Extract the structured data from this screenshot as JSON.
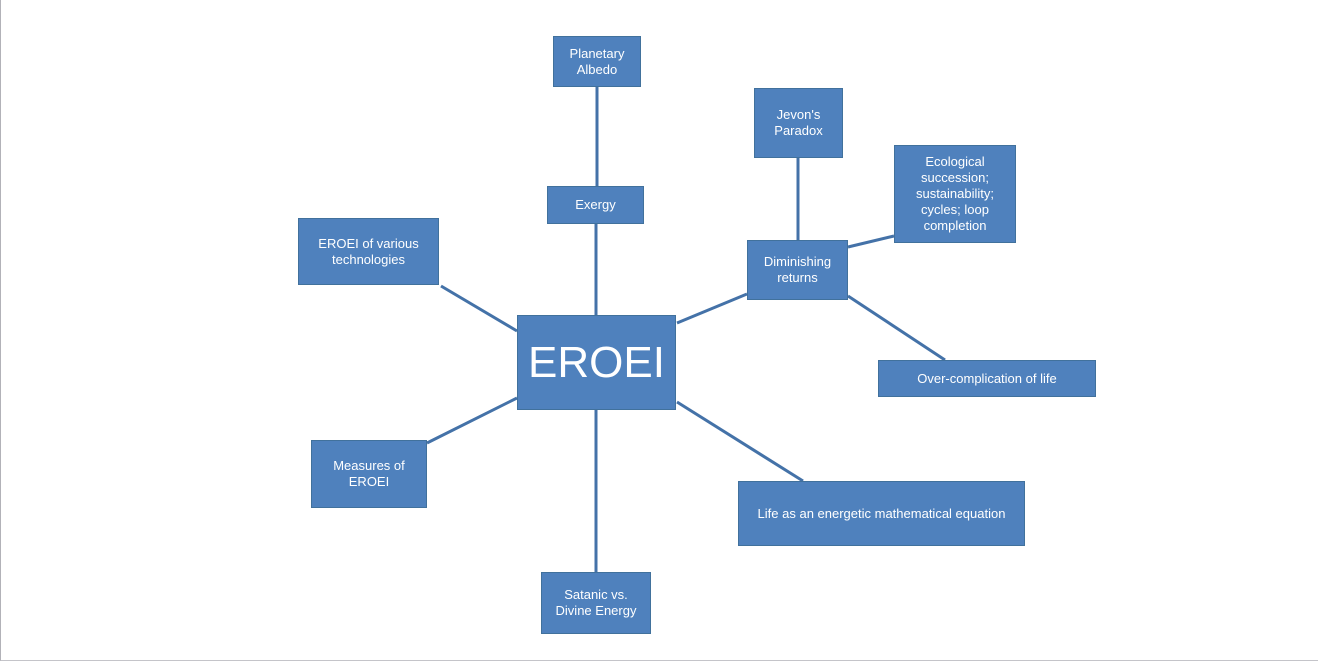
{
  "colors": {
    "node_fill": "#4F81BD",
    "node_border": "#41719C",
    "node_text": "#FFFFFF",
    "connector": "#4472A8",
    "canvas_background": "#FFFFFF",
    "canvas_edge": "#B2B2B8"
  },
  "nodes": {
    "center": {
      "label": "EROEI"
    },
    "planetary_albedo": {
      "label": "Planetary Albedo"
    },
    "exergy": {
      "label": "Exergy"
    },
    "jevons_paradox": {
      "label": "Jevon's Paradox"
    },
    "ecological": {
      "label": "Ecological succession; sustainability; cycles; loop completion"
    },
    "diminishing": {
      "label": "Diminishing returns"
    },
    "overcomplication": {
      "label": "Over-complication of life"
    },
    "eroei_tech": {
      "label": "EROEI of various technologies"
    },
    "measures": {
      "label": "Measures of EROEI"
    },
    "life_equation": {
      "label": "Life as an energetic mathematical equation"
    },
    "satanic_divine": {
      "label": "Satanic vs. Divine Energy"
    }
  },
  "edges": [
    {
      "from": "planetary_albedo",
      "to": "exergy"
    },
    {
      "from": "exergy",
      "to": "center"
    },
    {
      "from": "center",
      "to": "satanic_divine"
    },
    {
      "from": "center",
      "to": "diminishing"
    },
    {
      "from": "jevons_paradox",
      "to": "diminishing"
    },
    {
      "from": "diminishing",
      "to": "ecological"
    },
    {
      "from": "diminishing",
      "to": "overcomplication"
    },
    {
      "from": "eroei_tech",
      "to": "center"
    },
    {
      "from": "measures",
      "to": "center"
    },
    {
      "from": "center",
      "to": "life_equation"
    }
  ]
}
